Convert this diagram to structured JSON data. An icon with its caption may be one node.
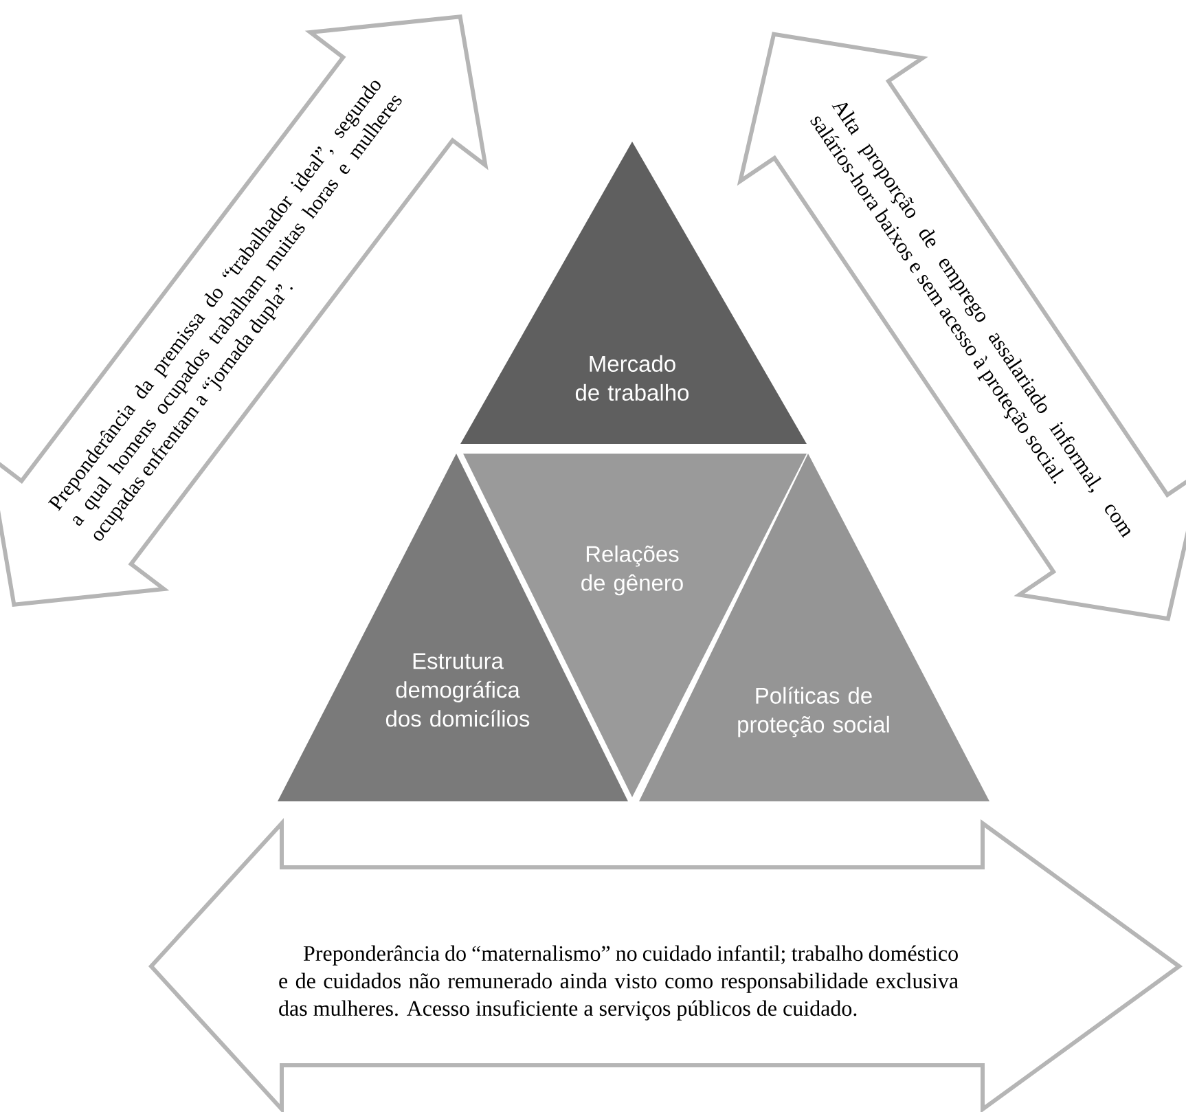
{
  "diagram": {
    "nodes": [
      {
        "text": [
          "Preponderância da premissa do “trabalhador ideal”, segundo a qual homens ocupados trabalham muitas horas e mulheres ocupadas enfrentam a “jornada dupla”."
        ]
      },
      {
        "text": [
          "Alta proporção de emprego assalariado informal, com salários-hora baixos e sem acesso à proteção social."
        ]
      },
      {
        "text": [
          "Mercado de trabalho"
        ]
      },
      {
        "text": [
          "Relações de gênero"
        ]
      },
      {
        "text": [
          "Estrutura demográfica dos domicílios"
        ]
      },
      {
        "text": [
          "Políticas de proteção social"
        ]
      },
      {
        "text": [
          "Preponderância do “maternalismo” no cuidado infantil; trabalho doméstico e de cuidados não remunerado ainda visto como responsabilidade exclusiva das mulheres. Acesso insuficiente a serviços públicos de cuidado."
        ]
      }
    ]
  }
}
